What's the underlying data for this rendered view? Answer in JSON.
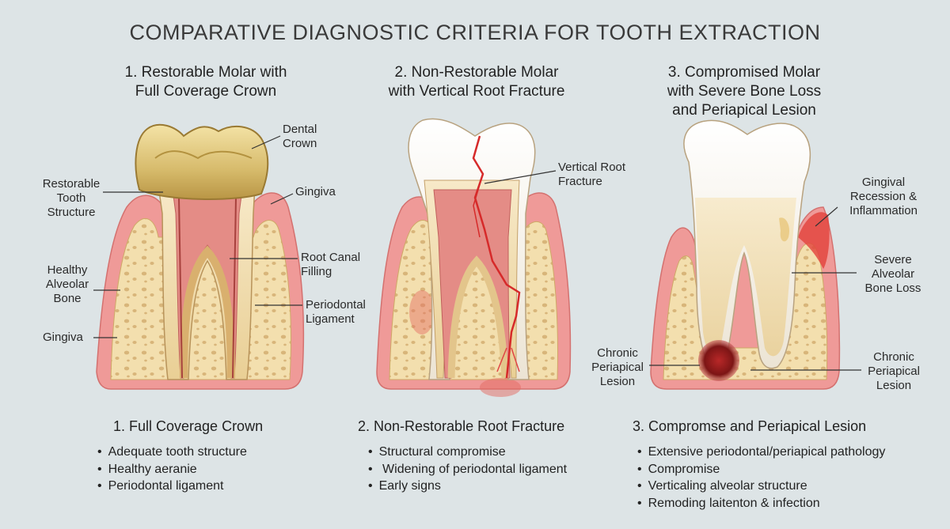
{
  "title": "COMPARATIVE DIAGNOSTIC CRITERIA FOR TOOTH EXTRACTION",
  "panels": [
    {
      "heading": [
        "1. Restorable Molar with",
        "Full Coverage Crown"
      ],
      "labels": {
        "dental_crown": [
          "Dental",
          "Crown"
        ],
        "restorable_structure": [
          "Restorable",
          "Tooth",
          "Structure"
        ],
        "gingiva_top": "Gingiva",
        "healthy_bone": [
          "Healthy",
          "Alveolar",
          "Bone"
        ],
        "root_canal": [
          "Root Canal",
          "Filling"
        ],
        "periodontal_ligament": [
          "Periodontal",
          "Ligament"
        ],
        "gingiva_bottom": "Gingiva"
      },
      "section_title": "1. Full Coverage Crown",
      "bullets": [
        "Adequate tooth structure",
        "Healthy aeranie",
        "Periodontal ligament"
      ]
    },
    {
      "heading": [
        "2. Non-Restorable Molar",
        "with Vertical Root Fracture"
      ],
      "labels": {
        "vertical_fracture": [
          "Vertical Root",
          "Fracture"
        ]
      },
      "section_title": "2. Non-Restorable Root Fracture",
      "bullets": [
        "Structural compromise",
        " Widening of periodontal ligament",
        "Early signs"
      ]
    },
    {
      "heading": [
        "3. Compromised Molar",
        "with Severe Bone Loss",
        "and Periapical Lesion"
      ],
      "labels": {
        "gingival_recession": [
          "Gingival",
          "Recession &",
          "Inflammation"
        ],
        "bone_loss": [
          "Severe",
          "Alveolar",
          "Bone Loss"
        ],
        "lesion_left": [
          "Chronic",
          "Periapical",
          "Lesion"
        ],
        "lesion_right": [
          "Chronic",
          "Periapical",
          "Lesion"
        ]
      },
      "section_title": "3. Compromse and Periapical Lesion",
      "bullets": [
        "Extensive periodontal/periapical pathology",
        "Compromise",
        "Verticaling alveolar structure",
        "Remoding laitenton & infection"
      ]
    }
  ],
  "colors": {
    "background": "#dde4e6",
    "gold_crown": "#d9bf73",
    "enamel": "#f6f2ea",
    "dentin": "#f1dcae",
    "pulp": "#e48c86",
    "bone": "#f3dfae",
    "gingiva": "#ef9a98",
    "fracture": "#d62a2a",
    "lesion": "#8f1a1a"
  }
}
